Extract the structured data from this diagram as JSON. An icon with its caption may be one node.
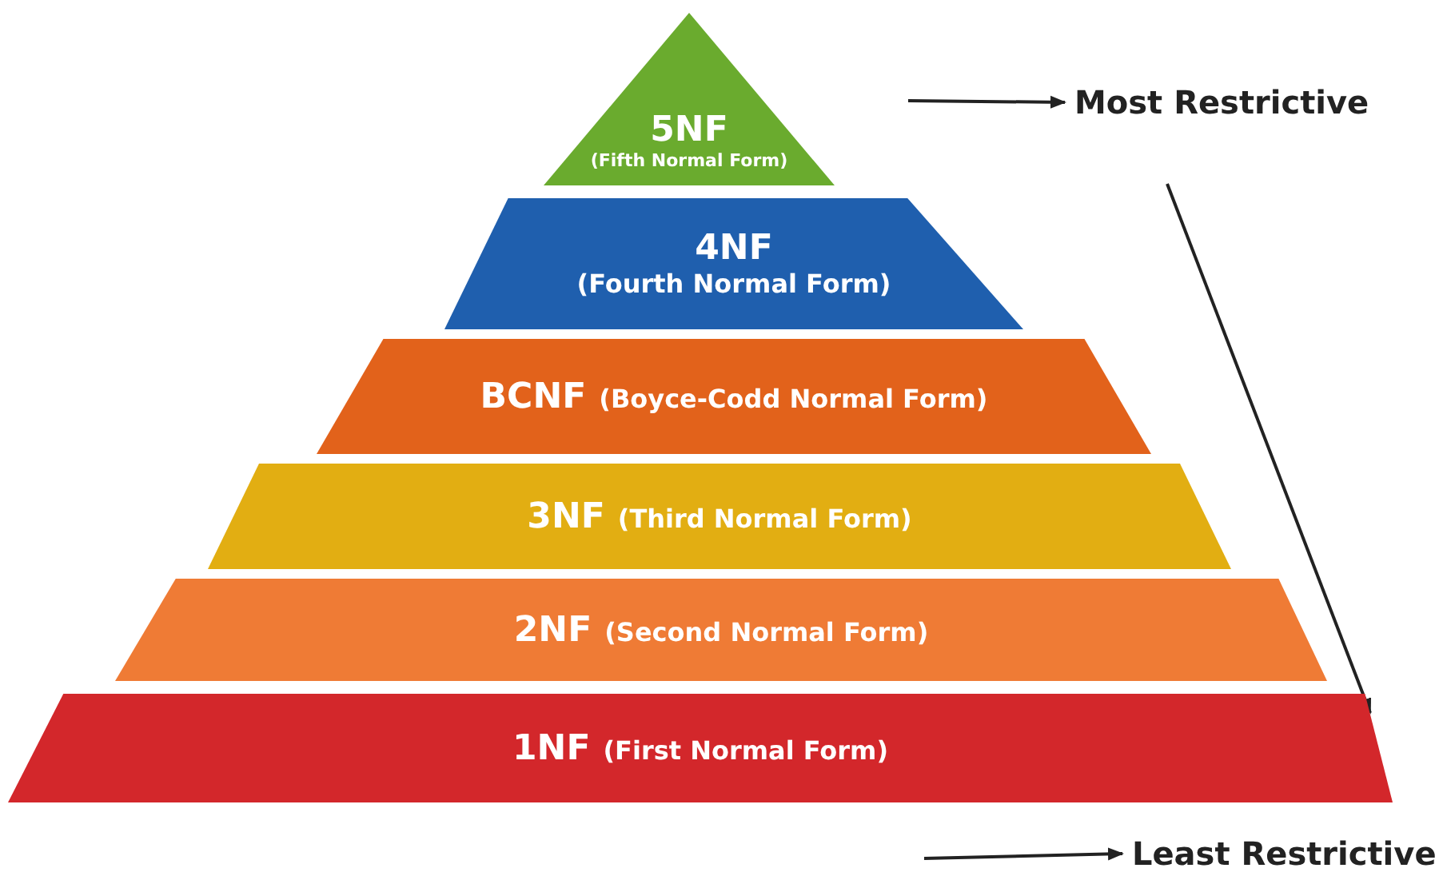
{
  "diagram": {
    "nodes": [
      {
        "text": [
          "5NF",
          "(Fifth Normal Form)"
        ]
      },
      {
        "text": [
          "Most Restrictive"
        ]
      },
      {
        "text": [
          "4NF",
          "(Fourth Normal Form)"
        ]
      },
      {
        "text": [
          "BCNF",
          "(Boyce-Codd Normal Form)"
        ]
      },
      {
        "text": [
          "3NF",
          "(Third Normal Form)"
        ]
      },
      {
        "text": [
          "2NF",
          "(Second Normal Form)"
        ]
      },
      {
        "text": [
          "1NF",
          "(First Normal Form)"
        ]
      },
      {
        "text": [
          "Least Restrictive"
        ]
      }
    ],
    "edges": [
      {
        "from": null,
        "to": 1,
        "arrow": "to"
      },
      {
        "from": null,
        "to": 7,
        "arrow": "to"
      }
    ]
  }
}
